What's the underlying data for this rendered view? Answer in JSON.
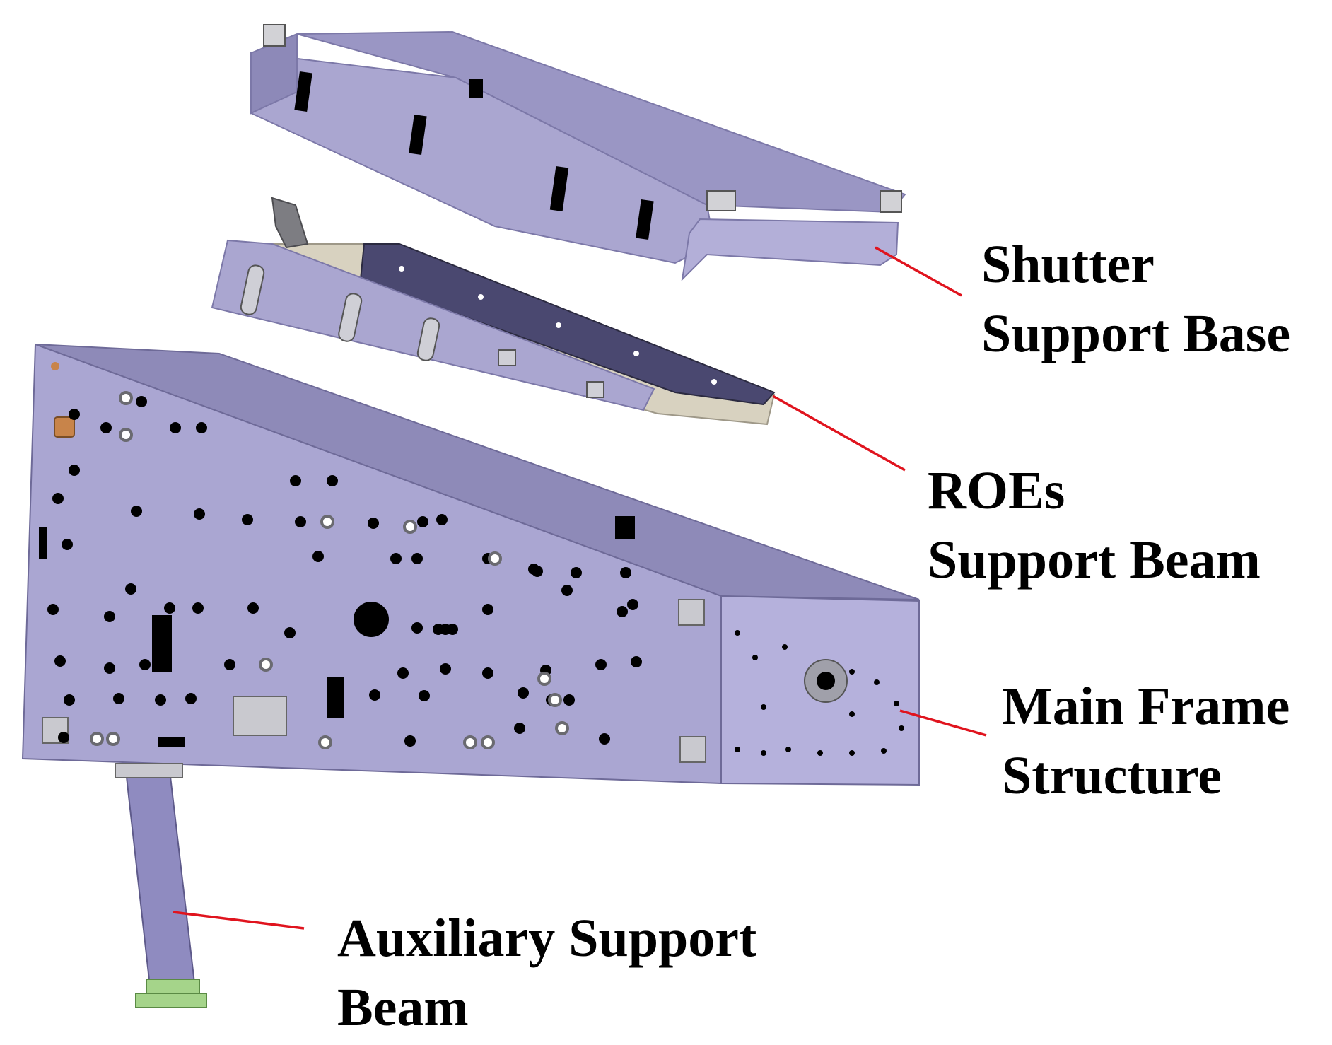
{
  "labels": {
    "shutter": {
      "line1": "Shutter",
      "line2": "Support Base"
    },
    "roes": {
      "line1": "ROEs",
      "line2": "Support Beam"
    },
    "main_frame": {
      "line1": "Main Frame",
      "line2": "Structure"
    },
    "auxiliary": {
      "line1": "Auxiliary Support",
      "line2": "Beam"
    }
  },
  "colors": {
    "panel": "#a9a5cf",
    "panel_dark": "#8d89b8",
    "panel_top": "#9a96c4",
    "hole": "#000000",
    "leader": "#e0141e",
    "cream": "#d8d2c0",
    "green_cap": "#a5d48a",
    "copper": "#c8844a",
    "fitting": "#d2d2d6"
  }
}
